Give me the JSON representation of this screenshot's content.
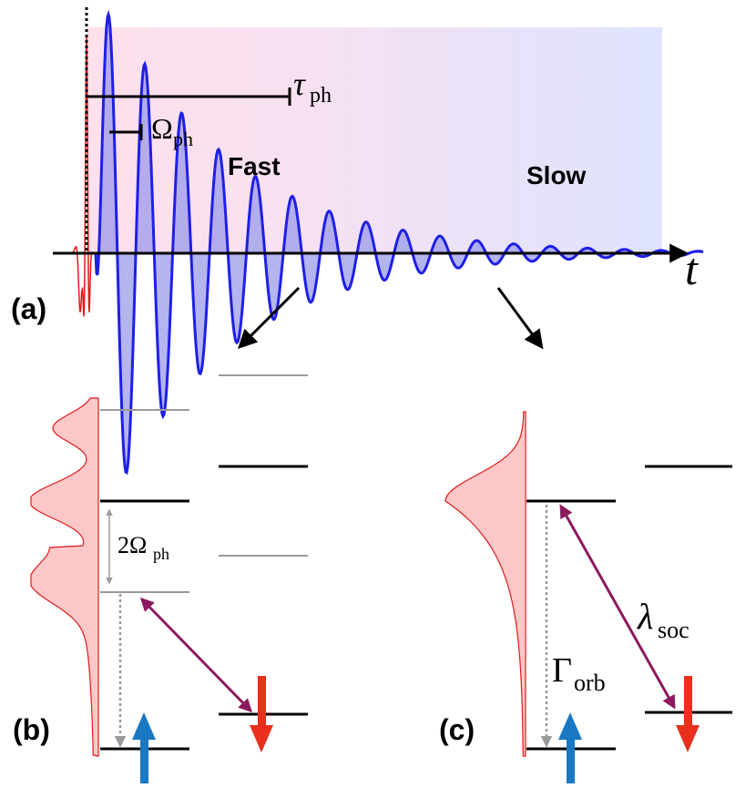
{
  "panel_a": {
    "label": "(a)",
    "axis_var": "t",
    "tau_label": "τ",
    "tau_sub": "ph",
    "omega_label": "Ω",
    "omega_sub": "ph",
    "region_fast": "Fast",
    "region_slow": "Slow"
  },
  "panel_b": {
    "label": "(b)",
    "spacing_label": "2Ω",
    "spacing_sub": "ph"
  },
  "panel_c": {
    "label": "(c)",
    "gamma_label": "Γ",
    "gamma_sub": "orb",
    "lambda_label": "λ",
    "lambda_sub": "soc"
  },
  "colors": {
    "pump_red": "#e0191b",
    "oscillation_blue": "#1f1fe6",
    "fill_blue": "#9b9bea",
    "fast_pink": "#ffe0ec",
    "slow_blue": "#dfe3ff",
    "distribution_pink": "#ffc8c8",
    "coupling_purple": "#8b1a5e",
    "spin_up_blue": "#1a78c2",
    "spin_down_red": "#e8301c",
    "weak_level_gray": "#9a9a9a"
  }
}
